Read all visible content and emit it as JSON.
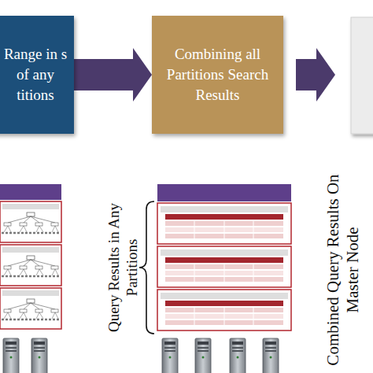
{
  "diagram": {
    "nodes": [
      {
        "text": [
          "Range in s of any titions"
        ]
      },
      {
        "text": [
          "Combining all Partitions Search Results"
        ]
      }
    ],
    "edges": [
      {
        "from": 0,
        "to": 1,
        "arrow": "to"
      }
    ],
    "labels": [
      "Query Results in Any Partitions",
      "Combined Query Results On Master Node"
    ]
  }
}
